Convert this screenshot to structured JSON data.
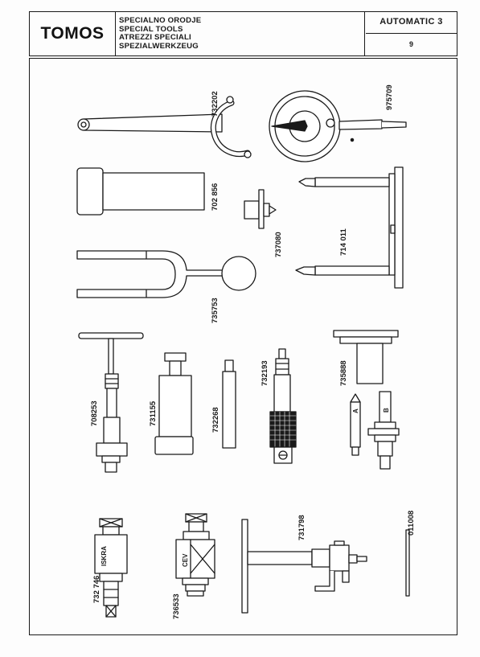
{
  "header": {
    "logo": "TOMOS",
    "titles": [
      "SPECIALNO ORODJE",
      "SPECIAL TOOLS",
      "ATREZZI SPECIALI",
      "SPEZIALWERKZEUG"
    ],
    "model": "AUTOMATIC 3",
    "page": "9"
  },
  "tools": {
    "t732202": "732202",
    "t975709": "975709",
    "t702856": "702 856",
    "t737080": "737080",
    "t714011": "714 011",
    "t735753": "735753",
    "t708253": "708253",
    "t731155": "731155",
    "t732268": "732268",
    "t732193": "732193",
    "t735888": "735888",
    "t732746": "732 746",
    "t736533": "736533",
    "t731798": "731798",
    "t011008": "011008"
  },
  "markings": {
    "a": "A",
    "b": "B",
    "iskra": "ISKRA",
    "cev": "CEV"
  }
}
